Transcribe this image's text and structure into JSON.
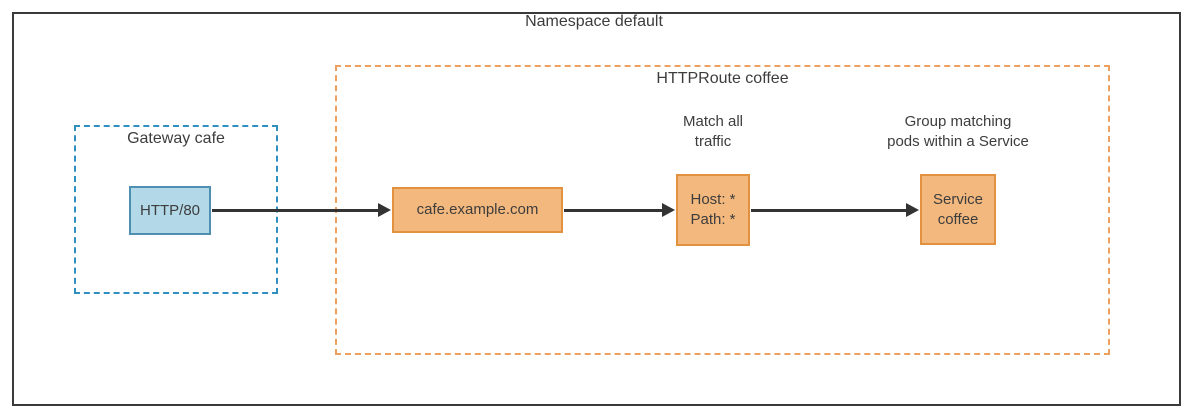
{
  "diagram": {
    "namespace": {
      "title": "Namespace default"
    },
    "gateway": {
      "label": "Gateway cafe",
      "listener": {
        "label": "HTTP/80"
      }
    },
    "httproute": {
      "label": "HTTPRoute coffee",
      "hostname": {
        "label": "cafe.example.com"
      },
      "match": {
        "caption_line1": "Match all",
        "caption_line2": "traffic",
        "rule_line1": "Host: *",
        "rule_line2": "Path: *"
      },
      "backend": {
        "caption_line1": "Group matching",
        "caption_line2": "pods within a Service",
        "service_line1": "Service",
        "service_line2": "coffee"
      }
    },
    "colors": {
      "outer_border": "#3a3a3a",
      "gateway_dash": "#2e8fc0",
      "httproute_dash": "#eda05f",
      "blue_node_fill": "#b3d8e8",
      "blue_node_border": "#4d8fb0",
      "orange_node_fill": "#f3b87d",
      "orange_node_border": "#e2913f",
      "arrow": "#333333",
      "text": "#3d3d3d"
    }
  }
}
